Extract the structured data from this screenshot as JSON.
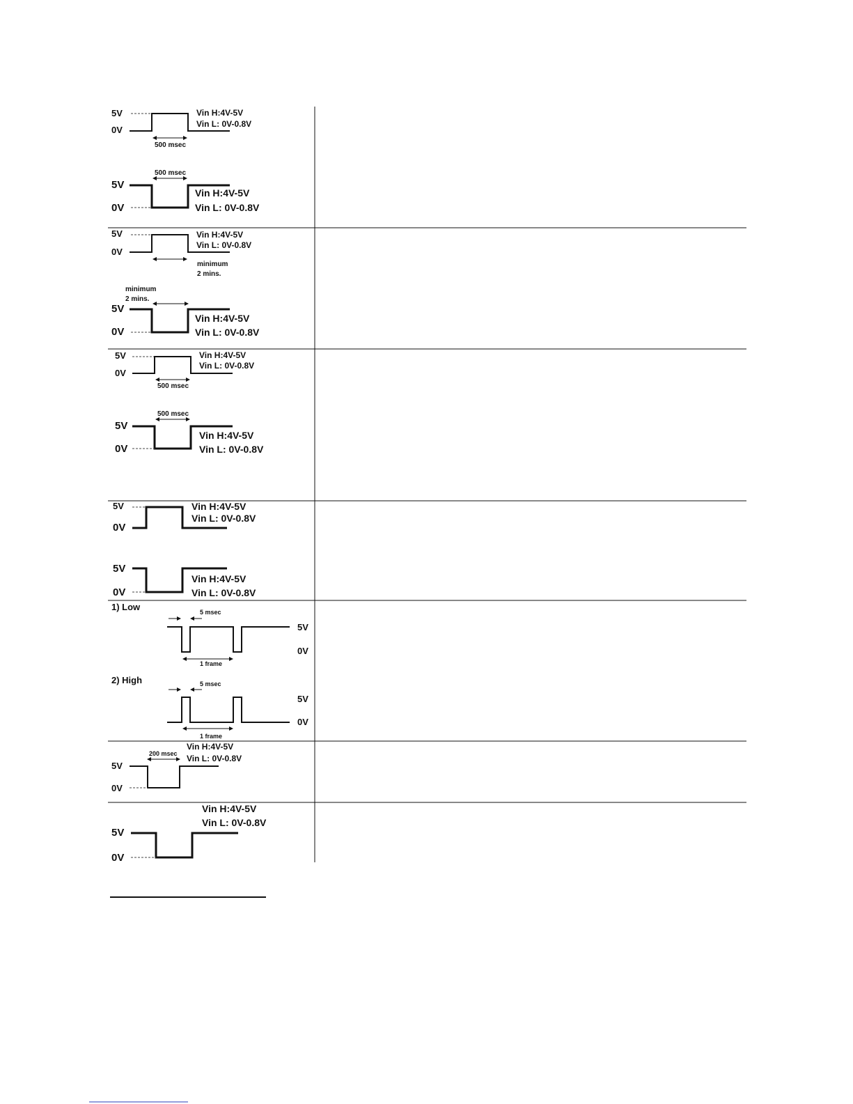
{
  "labels": {
    "v5": "5V",
    "v0": "0V",
    "vin_h": "Vin H:4V-5V",
    "vin_l": "Vin L: 0V-0.8V",
    "t500": "500 msec",
    "t200": "200 msec",
    "t5": "5 msec",
    "minimum": "minimum",
    "two_mins": "2 mins.",
    "one_frame": "1 frame",
    "low": "1) Low",
    "high": "2) High"
  }
}
